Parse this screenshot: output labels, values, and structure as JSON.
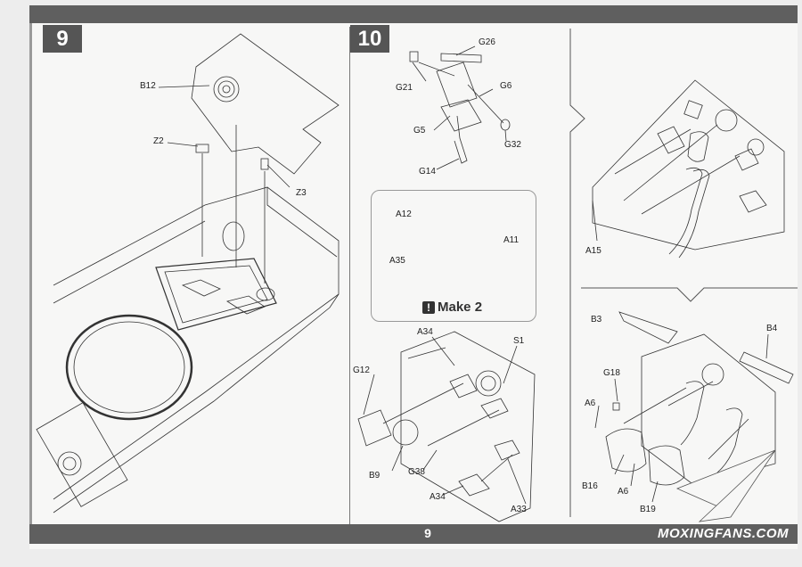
{
  "steps": {
    "s9": "9",
    "s10": "10"
  },
  "footer": {
    "page_number": "9",
    "watermark": "MOXINGFANS.COM"
  },
  "make_note": {
    "icon": "!",
    "text": "Make 2"
  },
  "labels": {
    "b12": "B12",
    "z2": "Z2",
    "z3": "Z3",
    "g26": "G26",
    "g21": "G21",
    "g6": "G6",
    "g5": "G5",
    "g32": "G32",
    "g14": "G14",
    "a12": "A12",
    "a11": "A11",
    "a35": "A35",
    "a34a": "A34",
    "s1": "S1",
    "g12": "G12",
    "b9": "B9",
    "g38": "G38",
    "a34b": "A34",
    "a33": "A33",
    "a15": "A15",
    "b3": "B3",
    "b4": "B4",
    "g18": "G18",
    "a6a": "A6",
    "b16": "B16",
    "a6b": "A6",
    "b19": "B19"
  }
}
